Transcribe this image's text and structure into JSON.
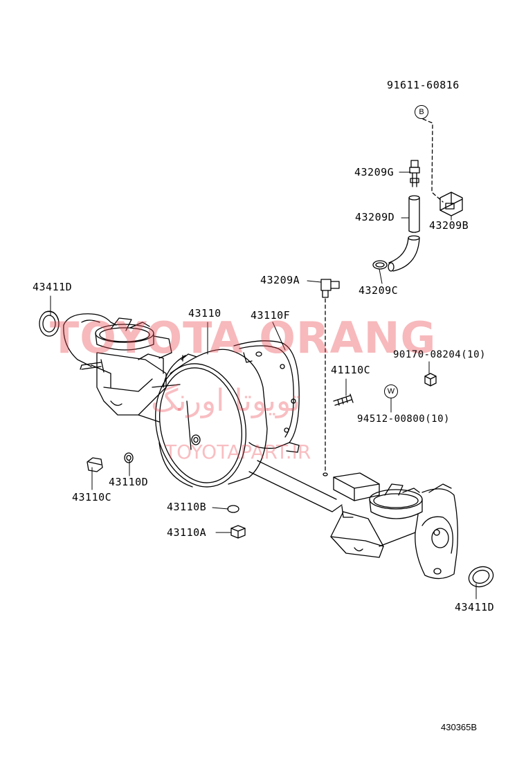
{
  "watermark": {
    "main": "TOYOTA ORANG",
    "persian": "تویوتا اورنگ",
    "url": "TOYOTAPART.IR"
  },
  "labels": {
    "p91611": "91611-60816",
    "p43209G": "43209G",
    "p43209D": "43209D",
    "p43209B": "43209B",
    "p43209A": "43209A",
    "p43209C": "43209C",
    "p43411D_top": "43411D",
    "p43110": "43110",
    "p43110F": "43110F",
    "p41110C": "41110C",
    "p90170": "90170-08204(10)",
    "p94512": "94512-00800(10)",
    "p43110D": "43110D",
    "p43110C": "43110C",
    "p43110B": "43110B",
    "p43110A": "43110A",
    "p43411D_bottom": "43411D"
  },
  "markers": {
    "b": "B",
    "w": "W"
  },
  "reference": "430365B"
}
